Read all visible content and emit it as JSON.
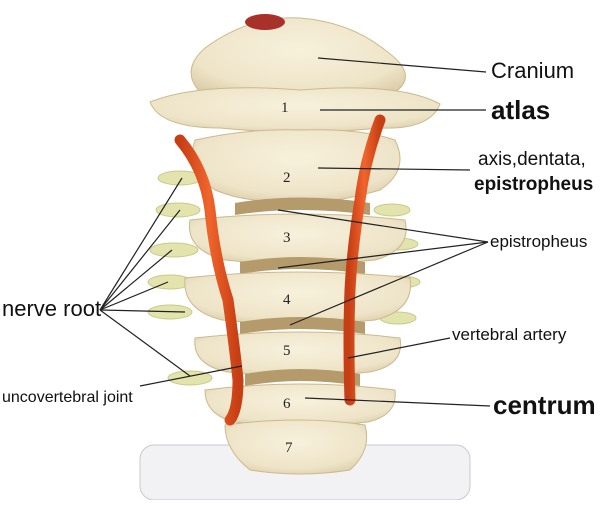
{
  "labels": {
    "cranium": "Cranium",
    "atlas": "atlas",
    "axis": "axis,dentata,",
    "epistropheus_bold": "epistropheus",
    "epistropheus": "epistropheus",
    "nerve_root": "nerve root",
    "vertebral_artery": "vertebral artery",
    "uncovertebral_joint": "uncovertebral joint",
    "centrum": "centrum"
  },
  "vertebra_numbers": [
    "1",
    "2",
    "3",
    "4",
    "5",
    "6",
    "7"
  ],
  "colors": {
    "bone": "#eee4c8",
    "bone_shade": "#d8c9a3",
    "disc": "#b59a6c",
    "artery": "#e2501f",
    "nerve": "#dfe0a6",
    "line": "#222222"
  }
}
